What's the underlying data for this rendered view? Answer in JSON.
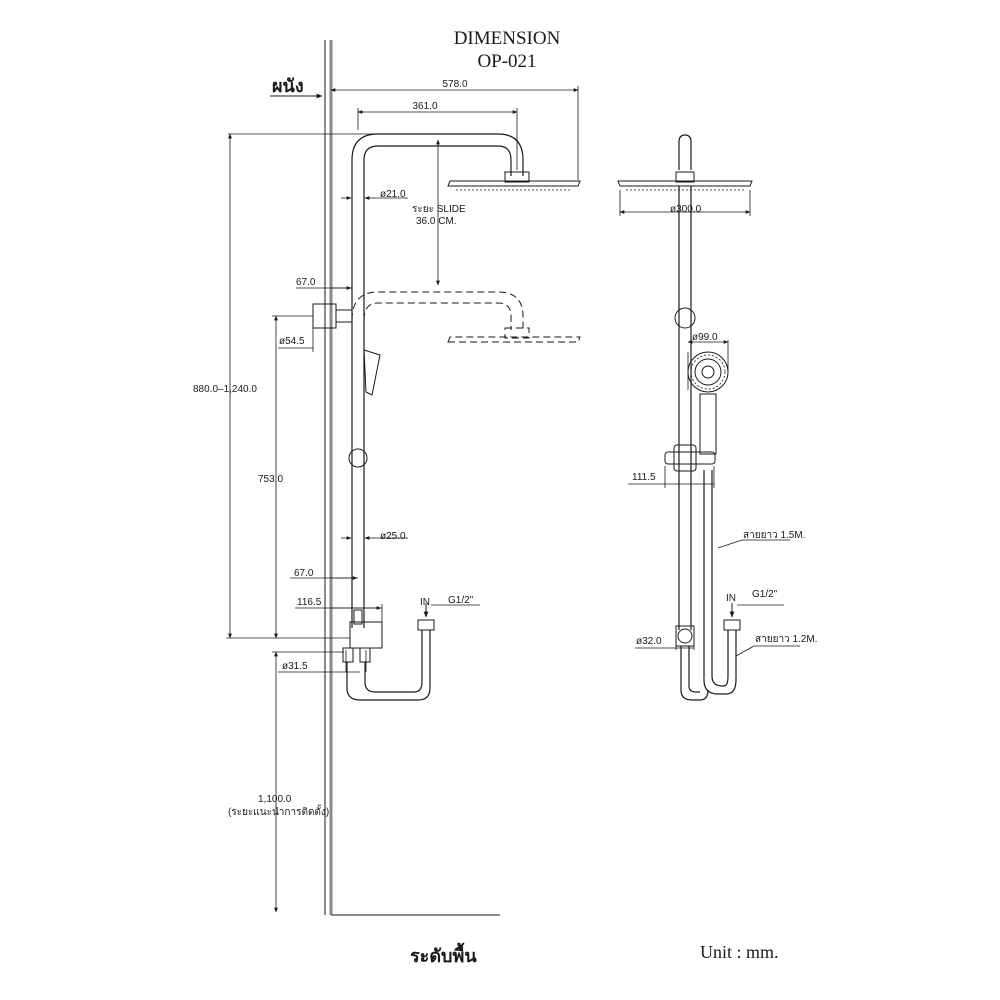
{
  "title": "DIMENSION",
  "model": "OP-021",
  "wall_label": "ผนัง",
  "floor_label": "ระดับพื้น",
  "unit": "Unit : mm.",
  "side_view": {
    "total_width": "578.0",
    "arm_length": "361.0",
    "pipe_dia_top": "ø21.0",
    "slide_range_line1": "ระยะ SLIDE",
    "slide_range_line2": "36.0 CM.",
    "wall_bracket_offset": "67.0",
    "bracket_dia": "ø54.5",
    "overall_height": "880.0–1,240.0",
    "mixer_height": "753.0",
    "pipe_dia_mid": "ø25.0",
    "bottom_offset": "67.0",
    "mixer_depth": "116.5",
    "inlet_dia": "ø31.5",
    "inlet_label": "IN",
    "inlet_thread": "G1/2\"",
    "install_height": "1,100.0",
    "install_note": "(ระยะแนะนำการติดตั้ง)"
  },
  "front_view": {
    "head_dia": "ø300.0",
    "hand_shower_dia": "ø99.0",
    "mixer_width": "111.5",
    "hose_length_1": "สายยาว 1.5M.",
    "inlet_label": "IN",
    "inlet_thread": "G1/2\"",
    "inlet_dia": "ø32.0",
    "hose_length_2": "สายยาว 1.2M."
  }
}
